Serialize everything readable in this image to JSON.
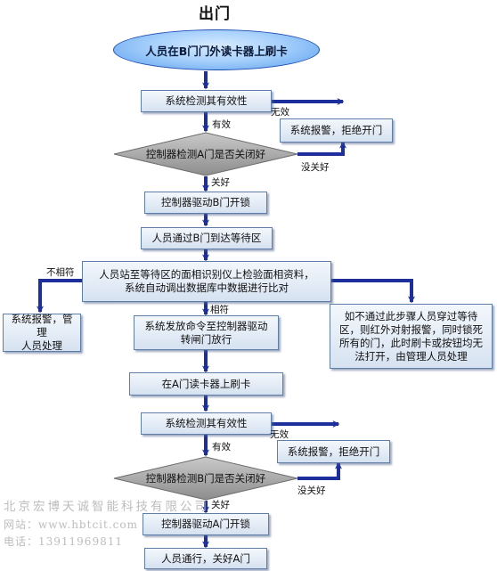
{
  "title": "出门",
  "nodes": {
    "start": "人员在B门门外读卡器上刷卡",
    "check1": "系统检测其有效性",
    "alarm1": "系统报警，拒绝开门",
    "decide1": "控制器检测A门是否关闭好",
    "unlockB": "控制器驱动B门开锁",
    "enterWait": "人员通过B门到达等待区",
    "faceCheck": "人员站至等待区的面相识别仪上检验面相资料，\n系统自动调出数据库中数据进行比对",
    "alarmManage": "系统报警，管理\n人员处理",
    "releaseCmd": "系统发放命令至控制器驱动\n转闸门放行",
    "forceNote": "如不通过此步骤人员穿过等待\n区，则红外对射报警，同时锁死\n所有的门，此时刷卡或按钮均无\n法打开，由管理人员处理",
    "cardA": "在A门读卡器上刷卡",
    "check2": "系统检测其有效性",
    "alarm2": "系统报警，拒绝开门",
    "decide2": "控制器检测B门是否关闭好",
    "unlockA": "控制器驱动A门开锁",
    "exit": "人员通行，关好A门"
  },
  "labels": {
    "invalid1": "无效",
    "valid1": "有效",
    "notClosed1": "没关好",
    "closed1": "关好",
    "mismatch": "不相符",
    "match": "相符",
    "invalid2": "无效",
    "valid2": "有效",
    "notClosed2": "没关好",
    "closed2": "关好"
  },
  "watermark": {
    "company": "北京宏博天诚智能科技有限公司",
    "website": "网站：www.hbtcit.com",
    "phone": "电话：13911969811"
  },
  "colors": {
    "arrow": "#1d2f9c",
    "box_border": "#5f7fa9",
    "start_fill": "#a7d0fb",
    "diamond_fill": "#9a9a9a"
  }
}
